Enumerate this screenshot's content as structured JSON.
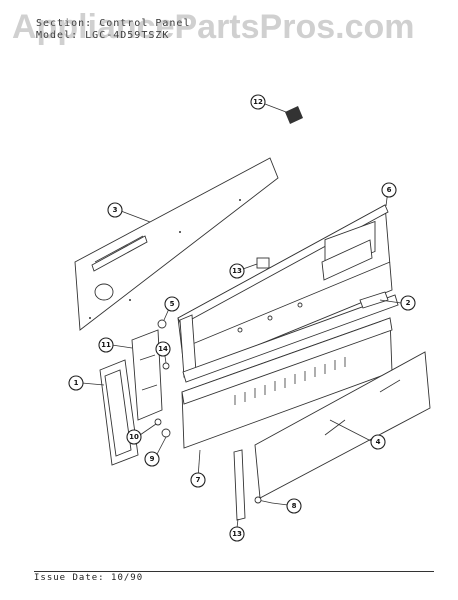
{
  "watermark": "AppliancePartsPros.com",
  "header": {
    "section_label": "Section:",
    "section_value": "Control Panel",
    "model_label": "Model:",
    "model_value": "LGC-4D59TSZK"
  },
  "footer": {
    "issue_label": "Issue Date:",
    "issue_value": "10/90"
  },
  "callouts": [
    "1",
    "2",
    "3",
    "4",
    "5",
    "6",
    "7",
    "8",
    "9",
    "10",
    "11",
    "12",
    "13",
    "13",
    "14"
  ]
}
